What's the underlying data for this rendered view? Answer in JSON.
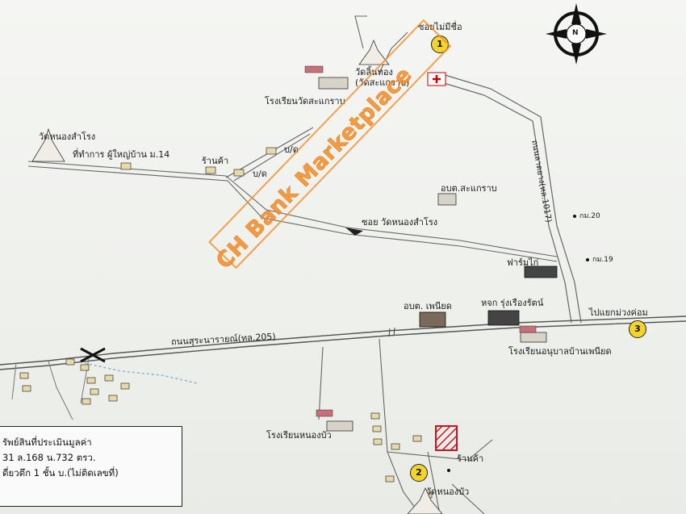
{
  "labels": {
    "soi_mai_mi_chue": "ซอยไม่มีชื่อ",
    "wat_lin_thong": "วัดลิ้นทอง",
    "wat_sakaerap": "(วัดสะแกราบ)",
    "school_wat_sakaerap": "โรงเรียนวัดสะแกราบ",
    "wat_nong_sam_rong": "วัดหนองสำโรง",
    "village_head_office": "ที่ทำการ ผู้ใหญ่บ้าน ม.14",
    "shop_1": "ร้านค้า",
    "house_1": "บ/ด",
    "house_2": "บ/ด",
    "highway_1017": "ถนนลาดยาง(ทล.1017)",
    "obt_sakaerap": "อบต.สะแกราบ",
    "km_20": "กม.20",
    "soi_wat_nong_sam_rong": "ซอย วัดหนองสำโรง",
    "chicken_farm": "ฟาร์มไก่",
    "km_19": "กม.19",
    "obt_phen_iat": "อบต. เพนียด",
    "hjk_rungruang": "หจก รุ่งเรืองรัตน์",
    "to_muang_khom": "ไปแยกม่วงค่อม",
    "suranarai_road": "ถนนสุระนารายณ์(ทล.205)",
    "kindergarten_phen_iat": "โรงเรียนอนุบาลบ้านเพนียด",
    "school_nong_bua": "โรงเรียนหนองบัว",
    "shop_2": "ร้านค้า",
    "wat_nong_bua": "วัดหนองบัว"
  },
  "markers": {
    "m1": "1",
    "m2": "2",
    "m3": "3"
  },
  "compass": {
    "north": "N"
  },
  "legend": {
    "line1": "รัพย์สินที่ประเมินมูลค่า",
    "line2": "31 ล.168 น.732 ตรว.",
    "line3": "ดี่ยวตึก 1 ชั้น บ.(ไม่ติดเลขที่)"
  },
  "watermark": "CH Bank Marketplace",
  "colors": {
    "road": "#6d6d6d",
    "badge": "#f5d42a",
    "watermark": "#f28c28",
    "subject": "#c8141e"
  }
}
